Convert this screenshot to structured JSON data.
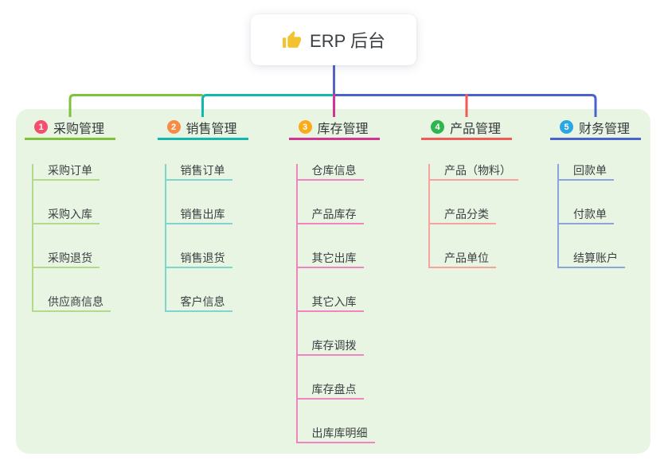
{
  "root": {
    "label": "ERP 后台",
    "icon": "thumbs-up-icon",
    "icon_color": "#f2c230",
    "connector_color": "#5563c7"
  },
  "panel_background": "#e9f5e3",
  "branches": [
    {
      "badge": "1",
      "badge_color": "#f4506d",
      "title": "采购管理",
      "line_color": "#7fc03d",
      "child_line_color": "#b3d98c",
      "children": [
        "采购订单",
        "采购入库",
        "采购退货",
        "供应商信息"
      ]
    },
    {
      "badge": "2",
      "badge_color": "#f88b46",
      "title": "销售管理",
      "line_color": "#12b8ad",
      "child_line_color": "#7fd5cd",
      "children": [
        "销售订单",
        "销售出库",
        "销售退货",
        "客户信息"
      ]
    },
    {
      "badge": "3",
      "badge_color": "#fbab19",
      "title": "库存管理",
      "line_color": "#d23590",
      "child_line_color": "#f183c0",
      "children": [
        "仓库信息",
        "产品库存",
        "其它出库",
        "其它入库",
        "库存调拨",
        "库存盘点",
        "出库库明细"
      ]
    },
    {
      "badge": "4",
      "badge_color": "#2eb550",
      "title": "产品管理",
      "line_color": "#f15b57",
      "child_line_color": "#f7a29c",
      "children": [
        "产品（物料）",
        "产品分类",
        "产品单位"
      ]
    },
    {
      "badge": "5",
      "badge_color": "#2aa6e2",
      "title": "财务管理",
      "line_color": "#4a63cc",
      "child_line_color": "#8ba4dd",
      "children": [
        "回款单",
        "付款单",
        "结算账户"
      ]
    }
  ]
}
